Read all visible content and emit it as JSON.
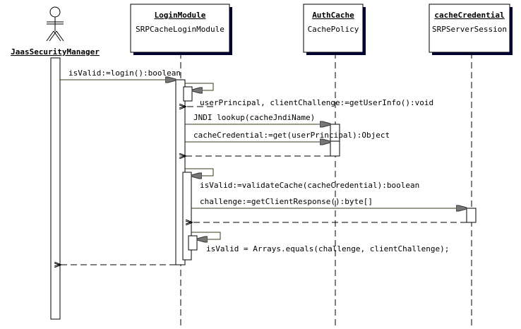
{
  "diagram": {
    "type": "sequence",
    "actor": {
      "name": "JaasSecurityManager",
      "icon": "stick-figure-icon"
    },
    "objects": [
      {
        "name": "LoginModule",
        "class": "SRPCacheLoginModule"
      },
      {
        "name": "AuthCache",
        "class": "CachePolicy"
      },
      {
        "name": "cacheCredential",
        "class": "SRPServerSession"
      }
    ],
    "messages": [
      {
        "label": "isValid:=login():boolean",
        "from": "JaasSecurityManager",
        "to": "LoginModule",
        "kind": "call"
      },
      {
        "label": "userPrincipal, clientChallenge:=getUserInfo():void",
        "from": "LoginModule",
        "to": "LoginModule",
        "kind": "self-call"
      },
      {
        "label": "JNDI lookup(cacheJndiName)",
        "from": "LoginModule",
        "to": "AuthCache",
        "kind": "call"
      },
      {
        "label": "cacheCredential:=get(userPrincipal):Object",
        "from": "LoginModule",
        "to": "AuthCache",
        "kind": "call"
      },
      {
        "label": "isValid:=validateCache(cacheCredential):boolean",
        "from": "LoginModule",
        "to": "LoginModule",
        "kind": "self-call"
      },
      {
        "label": "challenge:=getClientResponse():byte[]",
        "from": "LoginModule",
        "to": "cacheCredential",
        "kind": "call"
      },
      {
        "label": "isValid = Arrays.equals(challenge, clientChallenge);",
        "from": "LoginModule",
        "to": "LoginModule",
        "kind": "self-call"
      }
    ]
  }
}
